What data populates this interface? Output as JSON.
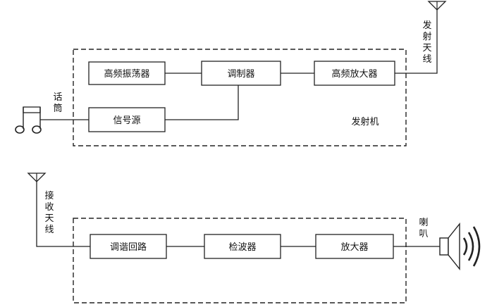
{
  "transmitter": {
    "title": "发射机",
    "blocks": {
      "hf_oscillator": "高频振荡器",
      "modulator": "调制器",
      "hf_amplifier": "高频放大器",
      "signal_source": "信号源"
    },
    "microphone_label": [
      "话",
      "筒"
    ],
    "antenna_label": [
      "发",
      "射",
      "天",
      "线"
    ]
  },
  "receiver": {
    "blocks": {
      "tuning_circuit": "调谐回路",
      "detector": "检波器",
      "amplifier": "放大器"
    },
    "antenna_label": [
      "接",
      "收",
      "天",
      "线"
    ],
    "speaker_label": [
      "喇",
      "叭"
    ]
  }
}
